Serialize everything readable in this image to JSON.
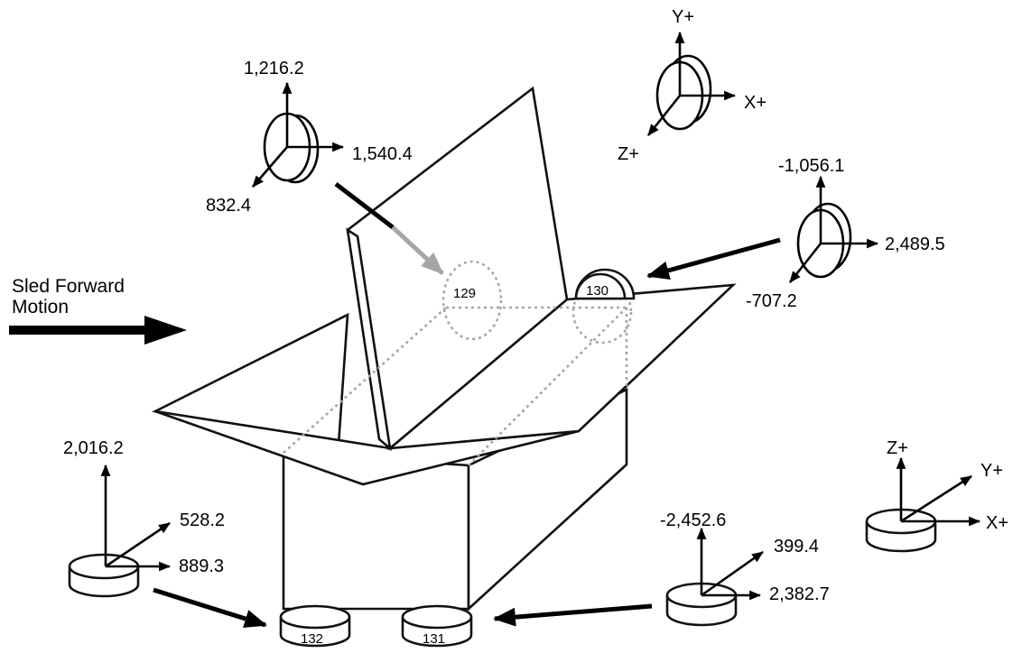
{
  "title": "Sled Forward Motion",
  "motion_label_line1": "Sled Forward",
  "motion_label_line2": "Motion",
  "global_axes_top": {
    "y_label": "Y+",
    "x_label": "X+",
    "z_label": "Z+"
  },
  "global_axes_bottom": {
    "z_label": "Z+",
    "y_label": "Y+",
    "x_label": "X+"
  },
  "sensors": {
    "s129": {
      "id": "129",
      "y": "1,216.2",
      "x": "1,540.4",
      "z": "832.4"
    },
    "s130": {
      "id": "130",
      "y": "-1,056.1",
      "x": "2,489.5",
      "z": "-707.2"
    },
    "s132": {
      "id": "132",
      "z": "2,016.2",
      "y": "528.2",
      "x": "889.3"
    },
    "s131": {
      "id": "131",
      "z": "-2,452.6",
      "y": "399.4",
      "x": "2,382.7"
    }
  },
  "colors": {
    "line": "#111111",
    "dotted": "#a6a6a6",
    "gray_arrow": "#a6a6a6"
  }
}
